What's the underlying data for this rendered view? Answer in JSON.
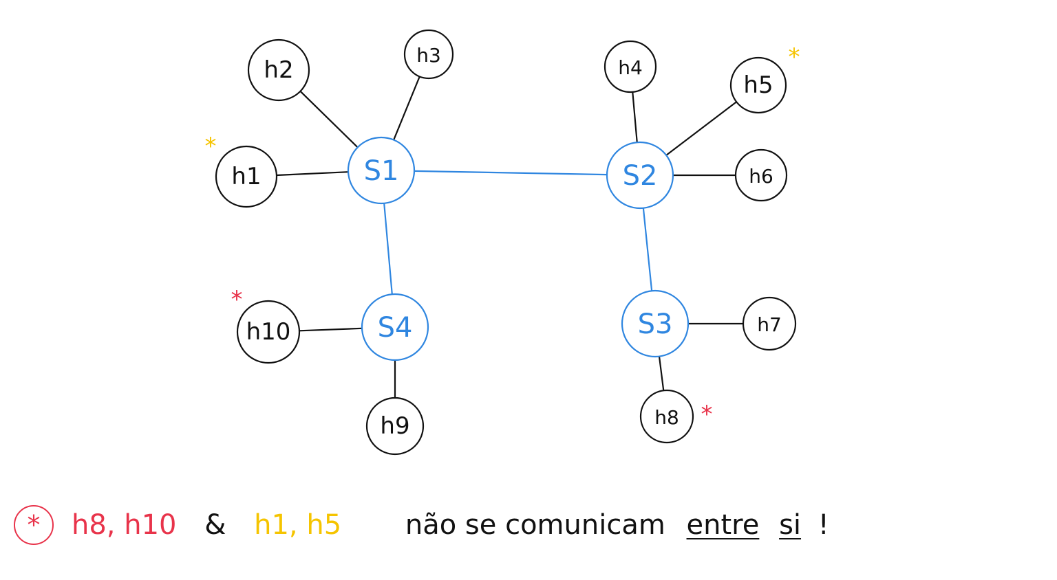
{
  "switches": [
    {
      "id": "s1",
      "label": "S1"
    },
    {
      "id": "s2",
      "label": "S2"
    },
    {
      "id": "s3",
      "label": "S3"
    },
    {
      "id": "s4",
      "label": "S4"
    }
  ],
  "hosts": [
    {
      "id": "h1",
      "label": "h1"
    },
    {
      "id": "h2",
      "label": "h2"
    },
    {
      "id": "h3",
      "label": "h3"
    },
    {
      "id": "h4",
      "label": "h4"
    },
    {
      "id": "h5",
      "label": "h5"
    },
    {
      "id": "h6",
      "label": "h6"
    },
    {
      "id": "h7",
      "label": "h7"
    },
    {
      "id": "h8",
      "label": "h8"
    },
    {
      "id": "h9",
      "label": "h9"
    },
    {
      "id": "h10",
      "label": "h10"
    }
  ],
  "links": [
    {
      "from": "s1",
      "to": "s2",
      "kind": "switch"
    },
    {
      "from": "s1",
      "to": "s4",
      "kind": "switch"
    },
    {
      "from": "s2",
      "to": "s3",
      "kind": "switch"
    },
    {
      "from": "s1",
      "to": "h1",
      "kind": "host"
    },
    {
      "from": "s1",
      "to": "h2",
      "kind": "host"
    },
    {
      "from": "s1",
      "to": "h3",
      "kind": "host"
    },
    {
      "from": "s2",
      "to": "h4",
      "kind": "host"
    },
    {
      "from": "s2",
      "to": "h5",
      "kind": "host"
    },
    {
      "from": "s2",
      "to": "h6",
      "kind": "host"
    },
    {
      "from": "s3",
      "to": "h7",
      "kind": "host"
    },
    {
      "from": "s3",
      "to": "h8",
      "kind": "host"
    },
    {
      "from": "s4",
      "to": "h9",
      "kind": "host"
    },
    {
      "from": "s4",
      "to": "h10",
      "kind": "host"
    }
  ],
  "markers": [
    {
      "host": "h1",
      "symbol": "*",
      "color": "#f5c400"
    },
    {
      "host": "h5",
      "symbol": "*",
      "color": "#f5c400"
    },
    {
      "host": "h8",
      "symbol": "*",
      "color": "#e8334a"
    },
    {
      "host": "h10",
      "symbol": "*",
      "color": "#e8334a"
    }
  ],
  "colors": {
    "switch": "#2f86e0",
    "host": "#111111",
    "red": "#e8334a",
    "yellow": "#f5c400"
  },
  "note": {
    "icon_symbol": "*",
    "red_hosts": "h8, h10",
    "ampersand": "&",
    "yellow_hosts": "h1, h5",
    "text": "não se comunicam",
    "underlined_1": "entre",
    "underlined_2": "si",
    "exclamation": "!"
  }
}
